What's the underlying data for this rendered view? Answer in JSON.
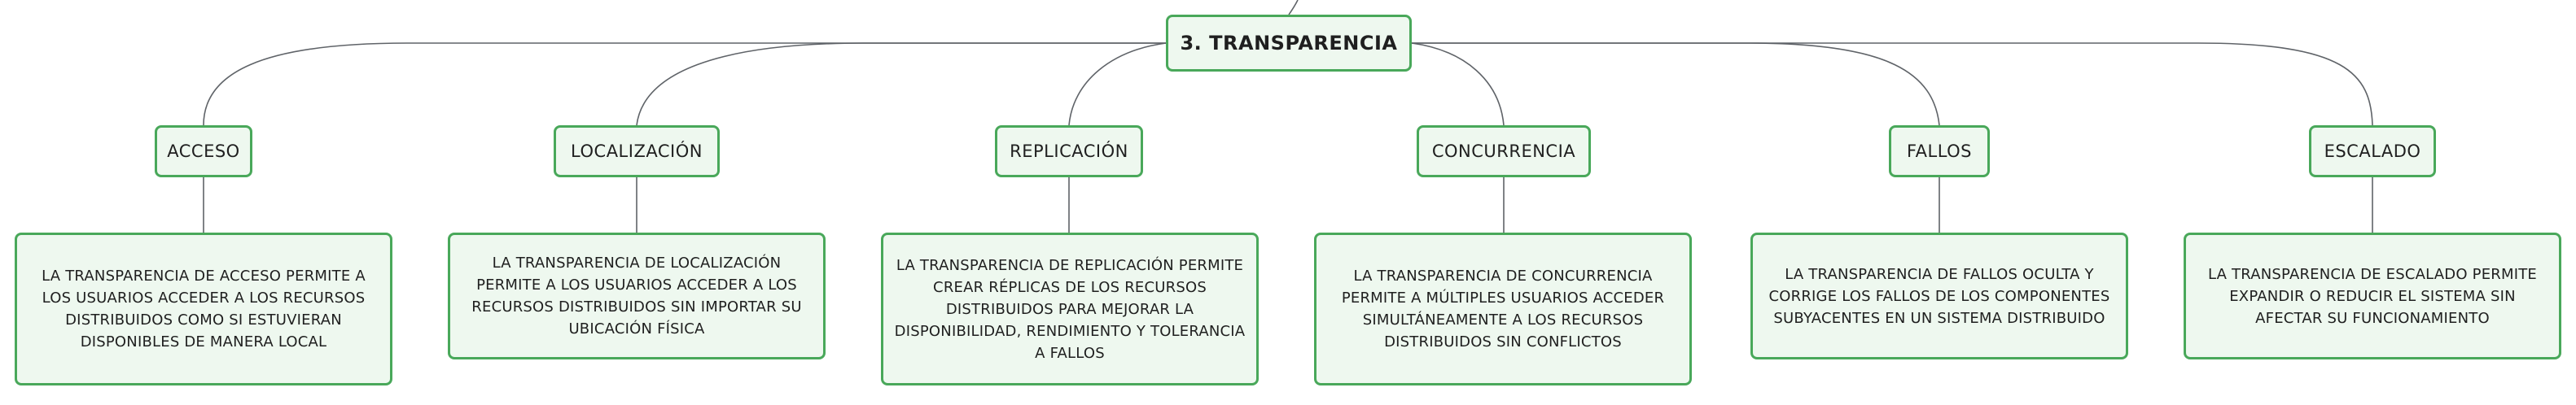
{
  "diagram": {
    "root": "3. TRANSPARENCIA",
    "branches": [
      {
        "label": "ACCESO",
        "description": "LA TRANSPARENCIA DE ACCESO PERMITE A LOS USUARIOS ACCEDER A LOS RECURSOS DISTRIBUIDOS COMO SI ESTUVIERAN DISPONIBLES DE MANERA LOCAL"
      },
      {
        "label": "LOCALIZACIÓN",
        "description": "LA TRANSPARENCIA DE LOCALIZACIÓN PERMITE A LOS USUARIOS ACCEDER A LOS RECURSOS DISTRIBUIDOS SIN IMPORTAR SU UBICACIÓN FÍSICA"
      },
      {
        "label": "REPLICACIÓN",
        "description": "LA TRANSPARENCIA DE REPLICACIÓN PERMITE CREAR RÉPLICAS DE LOS RECURSOS DISTRIBUIDOS PARA MEJORAR LA DISPONIBILIDAD, RENDIMIENTO Y TOLERANCIA A FALLOS"
      },
      {
        "label": "CONCURRENCIA",
        "description": "LA TRANSPARENCIA DE CONCURRENCIA PERMITE A MÚLTIPLES USUARIOS ACCEDER SIMULTÁNEAMENTE A LOS RECURSOS DISTRIBUIDOS SIN CONFLICTOS"
      },
      {
        "label": "FALLOS",
        "description": "LA TRANSPARENCIA DE FALLOS OCULTA Y CORRIGE LOS FALLOS DE LOS COMPONENTES SUBYACENTES EN UN SISTEMA DISTRIBUIDO"
      },
      {
        "label": "ESCALADO",
        "description": "LA TRANSPARENCIA DE ESCALADO PERMITE EXPANDIR O REDUCIR EL SISTEMA SIN AFECTAR SU FUNCIONAMIENTO"
      }
    ]
  },
  "colors": {
    "node_border": "#49a85a",
    "node_fill": "#eef8ef",
    "connector": "#5f6368"
  }
}
